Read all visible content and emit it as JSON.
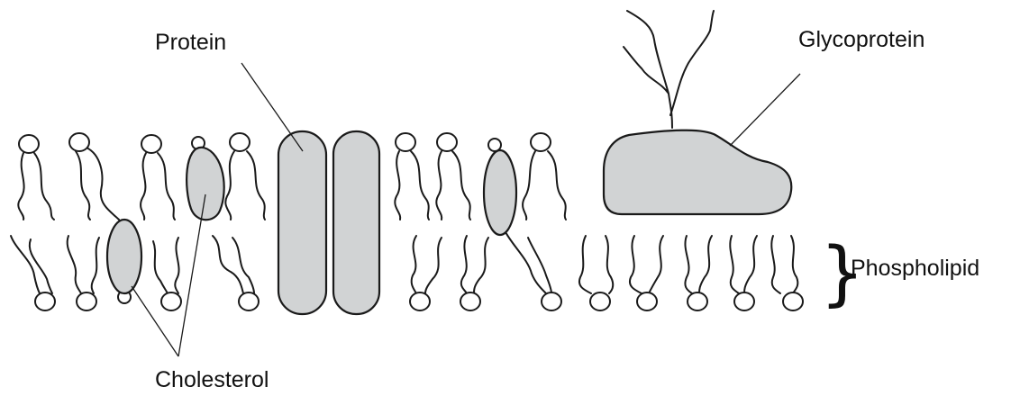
{
  "labels": {
    "protein": "Protein",
    "glycoprotein": "Glycoprotein",
    "phospholipid": "Phospholipid",
    "cholesterol": "Cholesterol"
  },
  "colors": {
    "fill": "#d1d3d4",
    "stroke": "#1a1a1a"
  }
}
